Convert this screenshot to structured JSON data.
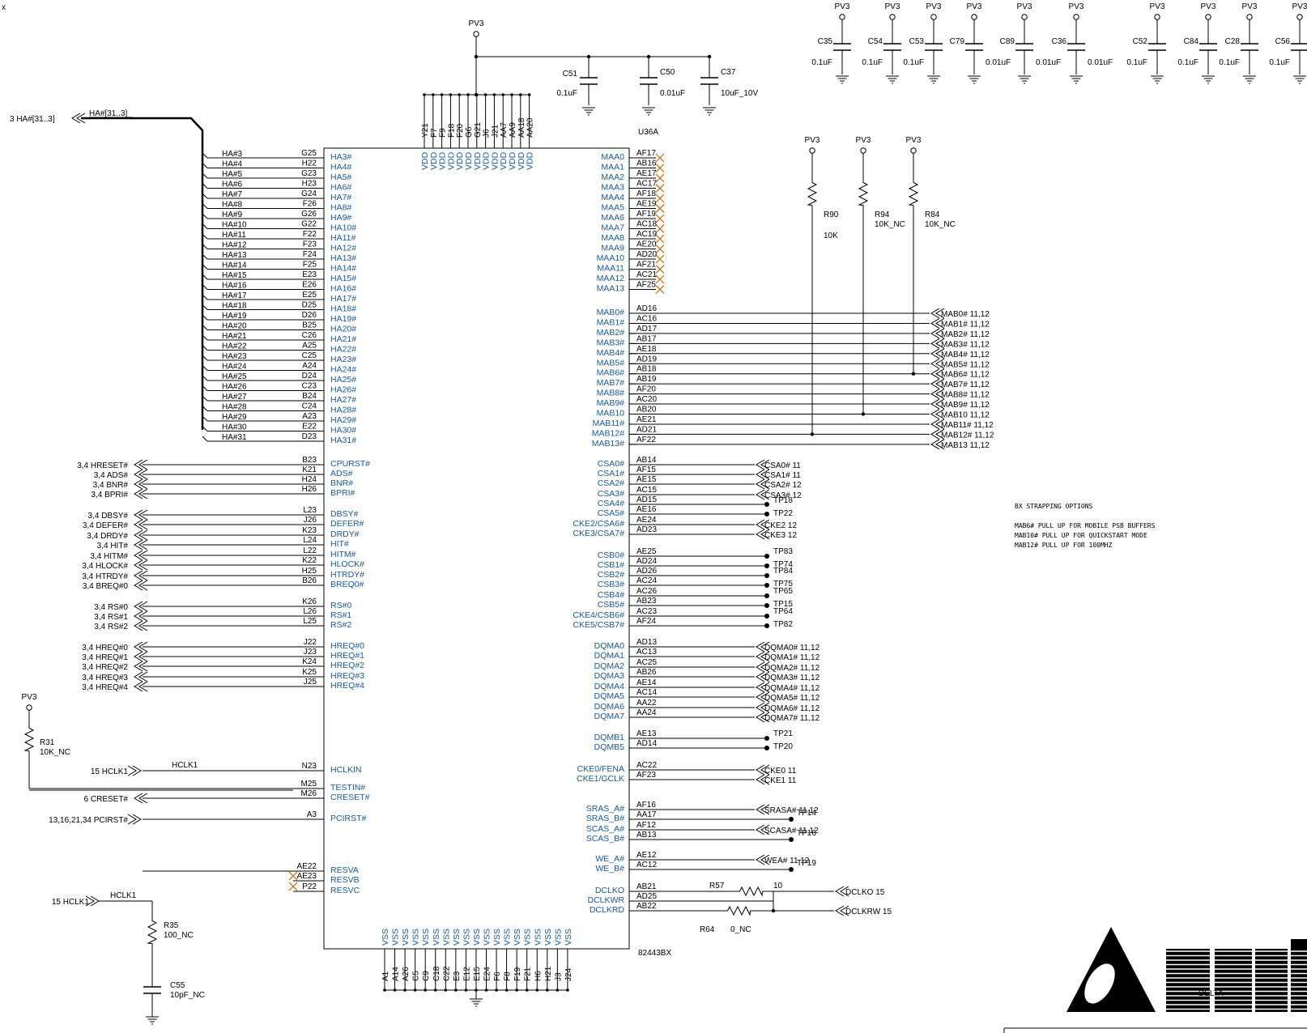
{
  "chip": {
    "ref": "U36A",
    "part": "82443BX",
    "vdd_pins": [
      "Y21",
      "F7",
      "F9",
      "F18",
      "F20",
      "G6",
      "G21",
      "J6",
      "J21",
      "AA7",
      "AA9",
      "AA18",
      "AA20"
    ],
    "vss_pins": [
      "A1",
      "A14",
      "A26",
      "C5",
      "C9",
      "C18",
      "C22",
      "E3",
      "E12",
      "E15",
      "E24",
      "F6",
      "F8",
      "F19",
      "F21",
      "H6",
      "H21",
      "J3",
      "J24"
    ],
    "vdd_label": "VDD",
    "vss_label": "VSS",
    "left_pins": [
      [
        "HA3#",
        "G25"
      ],
      [
        "HA4#",
        "H22"
      ],
      [
        "HA5#",
        "G23"
      ],
      [
        "HA6#",
        "H23"
      ],
      [
        "HA7#",
        "G24"
      ],
      [
        "HA8#",
        "F26"
      ],
      [
        "HA9#",
        "G26"
      ],
      [
        "HA10#",
        "G22"
      ],
      [
        "HA11#",
        "F22"
      ],
      [
        "HA12#",
        "F23"
      ],
      [
        "HA13#",
        "F24"
      ],
      [
        "HA14#",
        "F25"
      ],
      [
        "HA15#",
        "E23"
      ],
      [
        "HA16#",
        "E26"
      ],
      [
        "HA17#",
        "E25"
      ],
      [
        "HA18#",
        "D25"
      ],
      [
        "HA19#",
        "D26"
      ],
      [
        "HA20#",
        "B25"
      ],
      [
        "HA21#",
        "C26"
      ],
      [
        "HA22#",
        "A25"
      ],
      [
        "HA23#",
        "C25"
      ],
      [
        "HA24#",
        "A24"
      ],
      [
        "HA25#",
        "D24"
      ],
      [
        "HA26#",
        "C23"
      ],
      [
        "HA27#",
        "B24"
      ],
      [
        "HA28#",
        "C24"
      ],
      [
        "HA29#",
        "A23"
      ],
      [
        "HA30#",
        "E22"
      ],
      [
        "HA31#",
        "D23"
      ],
      [
        "CPURST#",
        "B23"
      ],
      [
        "ADS#",
        "K21"
      ],
      [
        "BNR#",
        "H24"
      ],
      [
        "BPRI#",
        "H26"
      ],
      [
        "DBSY#",
        "L23"
      ],
      [
        "DEFER#",
        "J26"
      ],
      [
        "DRDY#",
        "K23"
      ],
      [
        "HIT#",
        "L24"
      ],
      [
        "HITM#",
        "L22"
      ],
      [
        "HLOCK#",
        "K22"
      ],
      [
        "HTRDY#",
        "H25"
      ],
      [
        "BREQ0#",
        "B26"
      ],
      [
        "RS#0",
        "K26"
      ],
      [
        "RS#1",
        "L26"
      ],
      [
        "RS#2",
        "L25"
      ],
      [
        "HREQ#0",
        "J22"
      ],
      [
        "HREQ#1",
        "J23"
      ],
      [
        "HREQ#2",
        "K24"
      ],
      [
        "HREQ#3",
        "K25"
      ],
      [
        "HREQ#4",
        "J25"
      ],
      [
        "HCLKIN",
        "N23"
      ],
      [
        "TESTIN#",
        "M25"
      ],
      [
        "CRESET#",
        "M26"
      ],
      [
        "PCIRST#",
        "A3"
      ],
      [
        "RESVA",
        "AE22"
      ],
      [
        "RESVB",
        "AE23"
      ],
      [
        "RESVC",
        "P22"
      ]
    ],
    "right_pins": [
      [
        "MAA0",
        "AF17"
      ],
      [
        "MAA1",
        "AB16"
      ],
      [
        "MAA2",
        "AE17"
      ],
      [
        "MAA3",
        "AC17"
      ],
      [
        "MAA4",
        "AF18"
      ],
      [
        "MAA5",
        "AE19"
      ],
      [
        "MAA6",
        "AF19"
      ],
      [
        "MAA7",
        "AC18"
      ],
      [
        "MAA8",
        "AC19"
      ],
      [
        "MAA9",
        "AE20"
      ],
      [
        "MAA10",
        "AD20"
      ],
      [
        "MAA11",
        "AF21"
      ],
      [
        "MAA12",
        "AC21"
      ],
      [
        "MAA13",
        "AF25"
      ],
      [
        "MAB0#",
        "AD16"
      ],
      [
        "MAB1#",
        "AC16"
      ],
      [
        "MAB2#",
        "AD17"
      ],
      [
        "MAB3#",
        "AB17"
      ],
      [
        "MAB4#",
        "AE18"
      ],
      [
        "MAB5#",
        "AD19"
      ],
      [
        "MAB6#",
        "AB18"
      ],
      [
        "MAB7#",
        "AB19"
      ],
      [
        "MAB8#",
        "AF20"
      ],
      [
        "MAB9#",
        "AC20"
      ],
      [
        "MAB10",
        "AB20"
      ],
      [
        "MAB11#",
        "AE21"
      ],
      [
        "MAB12#",
        "AD21"
      ],
      [
        "MAB13#",
        "AF22"
      ],
      [
        "CSA0#",
        "AB14"
      ],
      [
        "CSA1#",
        "AF15"
      ],
      [
        "CSA2#",
        "AE15"
      ],
      [
        "CSA3#",
        "AC15"
      ],
      [
        "CSA4#",
        "AD15"
      ],
      [
        "CSA5#",
        "AE16"
      ],
      [
        "CKE2/CSA6#",
        "AE24"
      ],
      [
        "CKE3/CSA7#",
        "AD23"
      ],
      [
        "CSB0#",
        "AE25"
      ],
      [
        "CSB1#",
        "AD24"
      ],
      [
        "CSB2#",
        "AD26"
      ],
      [
        "CSB3#",
        "AC24"
      ],
      [
        "CSB4#",
        "AC26"
      ],
      [
        "CSB5#",
        "AB23"
      ],
      [
        "CKE4/CSB6#",
        "AC23"
      ],
      [
        "CKE5/CSB7#",
        "AF24"
      ],
      [
        "DQMA0",
        "AD13"
      ],
      [
        "DQMA1",
        "AC13"
      ],
      [
        "DQMA2",
        "AC25"
      ],
      [
        "DQMA3",
        "AB26"
      ],
      [
        "DQMA4",
        "AE14"
      ],
      [
        "DQMA5",
        "AC14"
      ],
      [
        "DQMA6",
        "AA22"
      ],
      [
        "DQMA7",
        "AA24"
      ],
      [
        "DQMB1",
        "AE13"
      ],
      [
        "DQMB5",
        "AD14"
      ],
      [
        "CKE0/FENA",
        "AC22"
      ],
      [
        "CKE1/GCLK",
        "AF23"
      ],
      [
        "SRAS_A#",
        "AF16"
      ],
      [
        "SRAS_B#",
        "AA17"
      ],
      [
        "SCAS_A#",
        "AF12"
      ],
      [
        "SCAS_B#",
        "AB13"
      ],
      [
        "WE_A#",
        "AE12"
      ],
      [
        "WE_B#",
        "AC12"
      ],
      [
        "DCLKO",
        "AB21"
      ],
      [
        "DCLKWR",
        "AD25"
      ],
      [
        "DCLKRD",
        "AB22"
      ]
    ]
  },
  "bus": {
    "name": "HA#[31..3]",
    "offpage": "3  HA#[31..3]",
    "nets": [
      "HA#3",
      "HA#4",
      "HA#5",
      "HA#6",
      "HA#7",
      "HA#8",
      "HA#9",
      "HA#10",
      "HA#11",
      "HA#12",
      "HA#13",
      "HA#14",
      "HA#15",
      "HA#16",
      "HA#17",
      "HA#18",
      "HA#19",
      "HA#20",
      "HA#21",
      "HA#22",
      "HA#23",
      "HA#24",
      "HA#25",
      "HA#26",
      "HA#27",
      "HA#28",
      "HA#29",
      "HA#30",
      "HA#31"
    ]
  },
  "left_ports": [
    "3,4  HRESET#",
    "3,4  ADS#",
    "3,4  BNR#",
    "3,4  BPRI#",
    "3,4  DBSY#",
    "3,4  DEFER#",
    "3,4  DRDY#",
    "3,4  HIT#",
    "3,4  HITM#",
    "3,4  HLOCK#",
    "3,4  HTRDY#",
    "3,4  BREQ#0",
    "3,4  RS#0",
    "3,4  RS#1",
    "3,4  RS#2",
    "3,4  HREQ#0",
    "3,4  HREQ#1",
    "3,4  HREQ#2",
    "3,4  HREQ#3",
    "3,4  HREQ#4",
    "15  HCLK1",
    "6  CRESET#",
    "13,16,21,34  PCIRST#"
  ],
  "right_ports": [
    "MAB0#  11,12",
    "MAB1#  11,12",
    "MAB2#  11,12",
    "MAB3#  11,12",
    "MAB4#  11,12",
    "MAB5#  11,12",
    "MAB6#  11,12",
    "MAB7#  11,12",
    "MAB8#  11,12",
    "MAB9#  11,12",
    "MAB10  11,12",
    "MAB11#  11,12",
    "MAB12#  11,12",
    "MAB13  11,12",
    "CSA0#  11",
    "CSA1#  11",
    "CSA2#  12",
    "CSA3#  12",
    "CKE2  12",
    "CKE3  12",
    "DQMA0#  11,12",
    "DQMA1#  11,12",
    "DQMA2#  11,12",
    "DQMA3#  11,12",
    "DQMA4#  11,12",
    "DQMA5#  11,12",
    "DQMA6#  11,12",
    "DQMA7#  11,12",
    "CKE0  11",
    "CKE1  11",
    "SRASA#  11,12",
    "SCASA#  11,12",
    "WEA#  11,12",
    "DCLKO  15",
    "DCLKRW  15"
  ],
  "test_points": [
    "TP18",
    "TP22",
    "TP83",
    "TP74",
    "TP84",
    "TP75",
    "TP65",
    "TP15",
    "TP64",
    "TP82",
    "TP21",
    "TP20",
    "TP14",
    "TP16",
    "TP19"
  ],
  "power": "PV3",
  "caps_top": [
    [
      "C35",
      "0.1uF"
    ],
    [
      "C54",
      "0.1uF"
    ],
    [
      "C53",
      "0.1uF"
    ],
    [
      "C79",
      "0.01uF"
    ],
    [
      "C89",
      "0.01uF"
    ],
    [
      "C36",
      "0.01uF"
    ],
    [
      "C52",
      "0.1uF"
    ],
    [
      "C84",
      "0.1uF"
    ],
    [
      "C28",
      "0.1uF"
    ],
    [
      "C56",
      "0.1uF"
    ]
  ],
  "caps_vdd": [
    [
      "C51",
      "0.1uF"
    ],
    [
      "C50",
      "0.01uF"
    ],
    [
      "C37",
      "10uF_10V"
    ]
  ],
  "resistors": {
    "r90": [
      "R90",
      "10K"
    ],
    "r94": [
      "R94",
      "10K_NC"
    ],
    "r84": [
      "R84",
      "10K_NC"
    ],
    "r31": [
      "R31",
      "10K_NC"
    ],
    "r35": [
      "R35",
      "100_NC"
    ],
    "r57": [
      "R57",
      "10"
    ],
    "r64": [
      "R64",
      "0_NC"
    ]
  },
  "c55": [
    "C55",
    "10pF_NC"
  ],
  "hclk_net": "HCLK1",
  "strap_notes": [
    "BX STRAPPING OPTIONS",
    "MAB6#  PULL UP FOR MOBILE PSB BUFFERS",
    "MAB10#  PULL UP FOR QUICKSTART MODE",
    "MAB12#   PULL UP FOR 100MHZ"
  ],
  "logo_text": "DELTA",
  "corner_mark": "x"
}
